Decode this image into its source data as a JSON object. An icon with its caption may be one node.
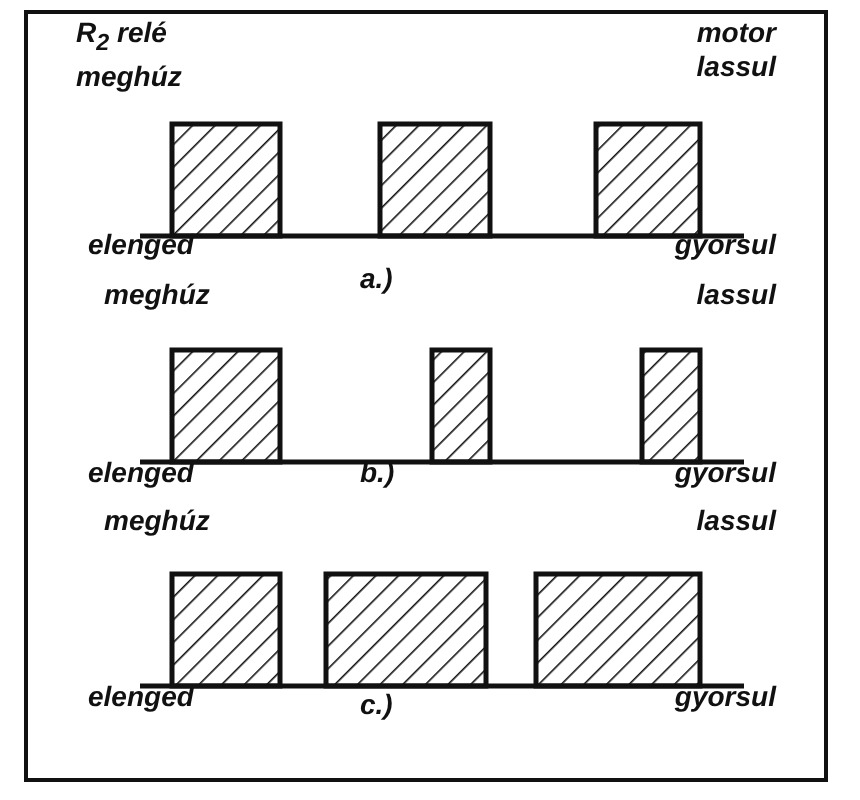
{
  "diagram": {
    "labels": [
      "R$_{2}$ relé meghúz",
      "motor lassul",
      "elenged",
      "gyorsul",
      "a.)",
      "meghúz",
      "lassul",
      "elenged",
      "b.)",
      "gyorsul",
      "meghúz",
      "lassul",
      "elenged",
      "c.)",
      "gyorsul"
    ]
  }
}
